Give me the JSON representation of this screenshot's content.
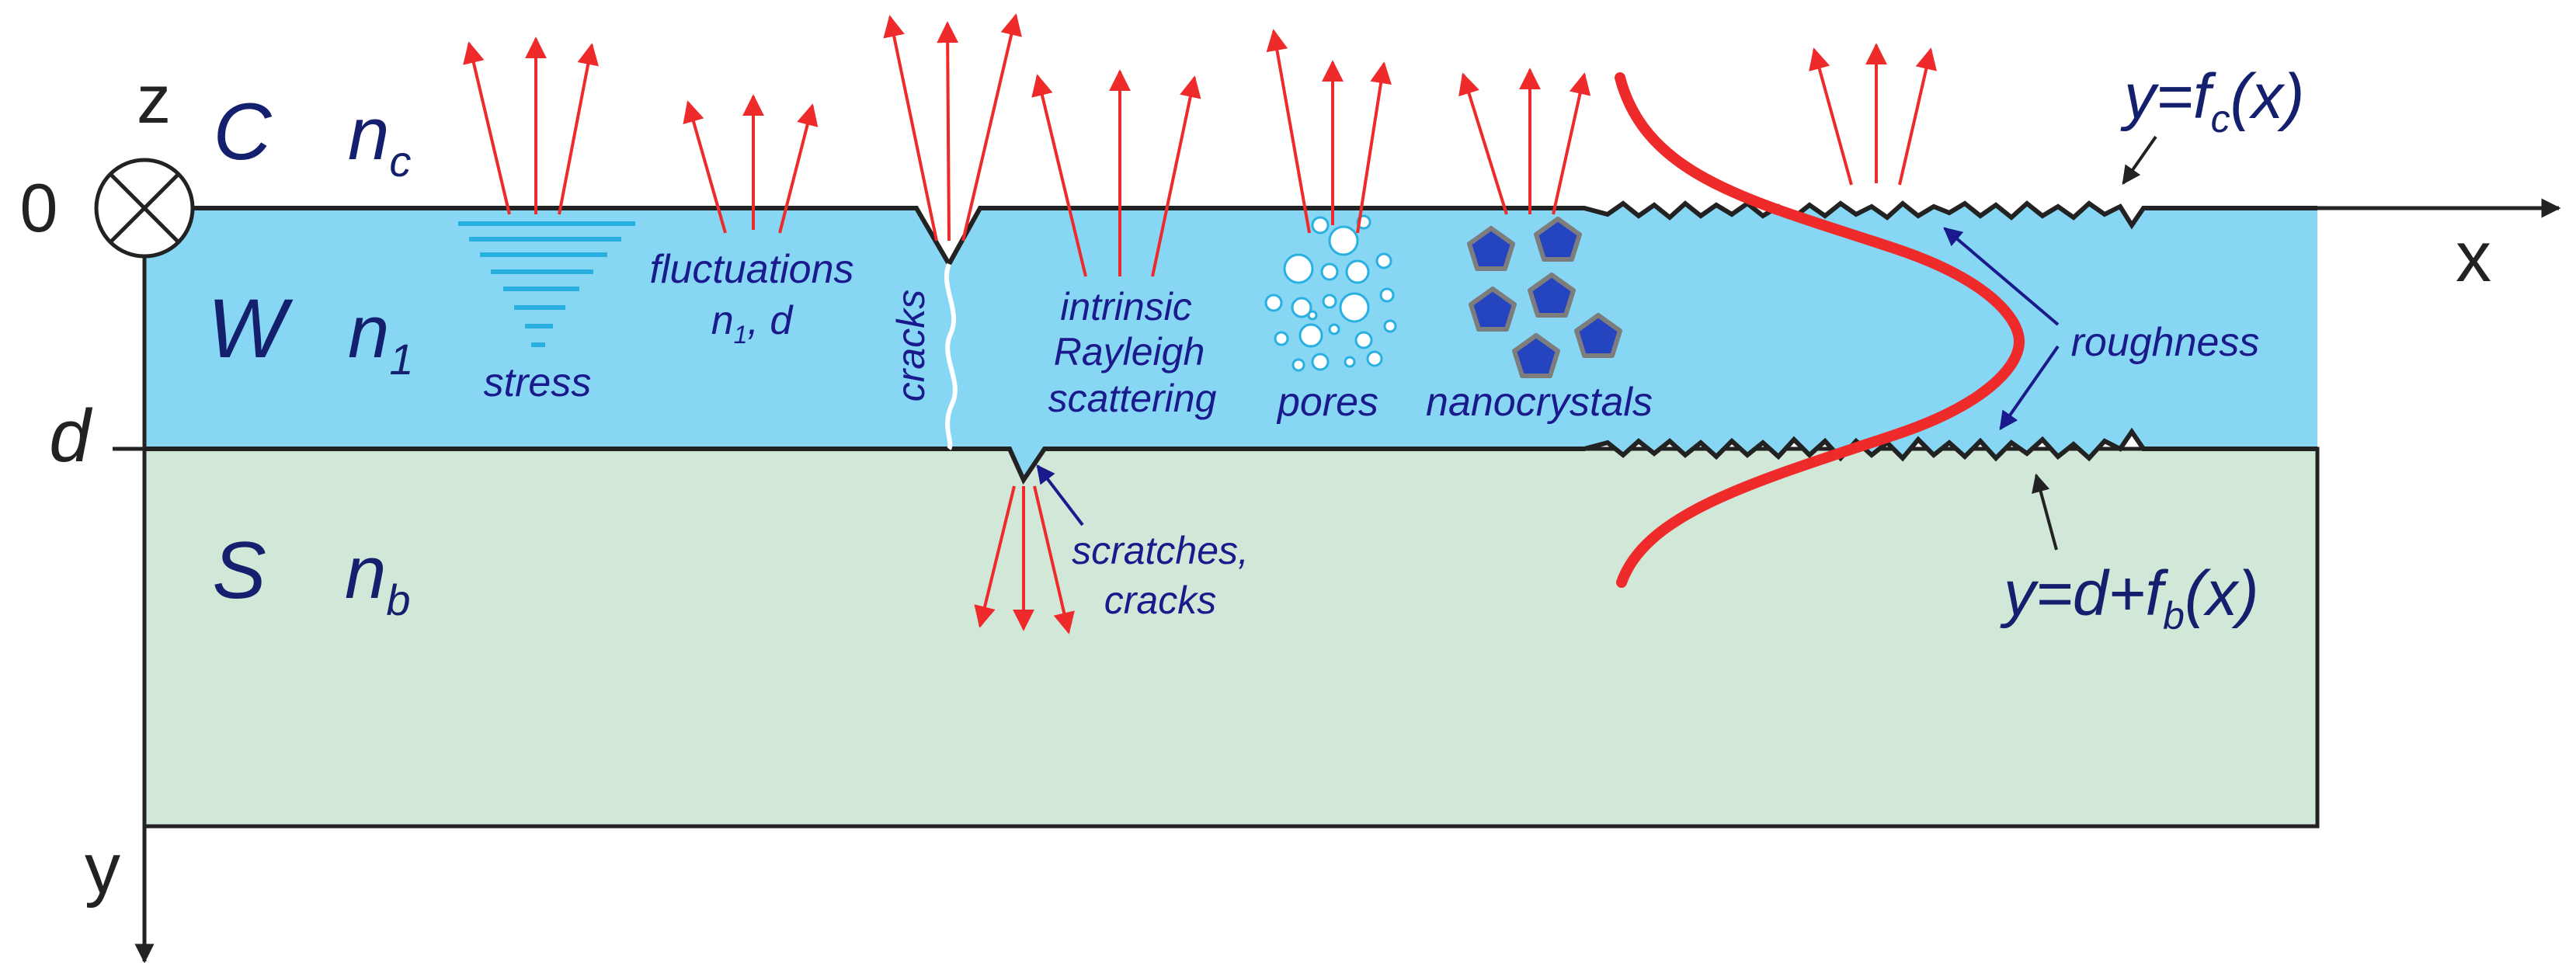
{
  "axes": {
    "z_label": "z",
    "origin_label": "0",
    "x_label": "x",
    "y_label": "y",
    "d_label": "d"
  },
  "layers": {
    "cover": {
      "letter": "C",
      "index_base": "n",
      "index_sub": "c",
      "color": "#ffffff"
    },
    "waveguide": {
      "letter": "W",
      "index_base": "n",
      "index_sub": "1",
      "color": "#86d6f4"
    },
    "substrate": {
      "letter": "S",
      "index_base": "n",
      "index_sub": "b",
      "color": "#d1e8d8"
    }
  },
  "labels": {
    "stress": "stress",
    "fluctuations": "fluctuations",
    "fluctuations_sub_n": "n",
    "fluctuations_sub_1": "1",
    "fluctuations_sub_d": ", d",
    "cracks_vertical": "cracks",
    "intrinsic_1": "intrinsic",
    "intrinsic_2": "Rayleigh",
    "intrinsic_3": "scattering",
    "pores": "pores",
    "nanocrystals": "nanocrystals",
    "roughness": "roughness",
    "scratches_1": "scratches,",
    "scratches_2": "cracks"
  },
  "equations": {
    "top_prefix": "y=f",
    "top_sub": "c",
    "top_suffix": "(x)",
    "bottom_prefix": "y=d+f",
    "bottom_sub": "b",
    "bottom_suffix": "(x)"
  },
  "colors": {
    "label_text": "#1a1a8c",
    "layer_text": "#14206e",
    "arrow_red": "#ee2a2a",
    "mode_profile": "#ee2a2a",
    "stress_lines": "#2ab0e0",
    "pore_fill": "#ffffff",
    "pore_stroke": "#2ab0e0",
    "nanocrystal_fill": "#2545c0",
    "nanocrystal_stroke": "#7d7d7d",
    "pointer_arrow": "#1a1a8c",
    "outline": "#222222"
  }
}
